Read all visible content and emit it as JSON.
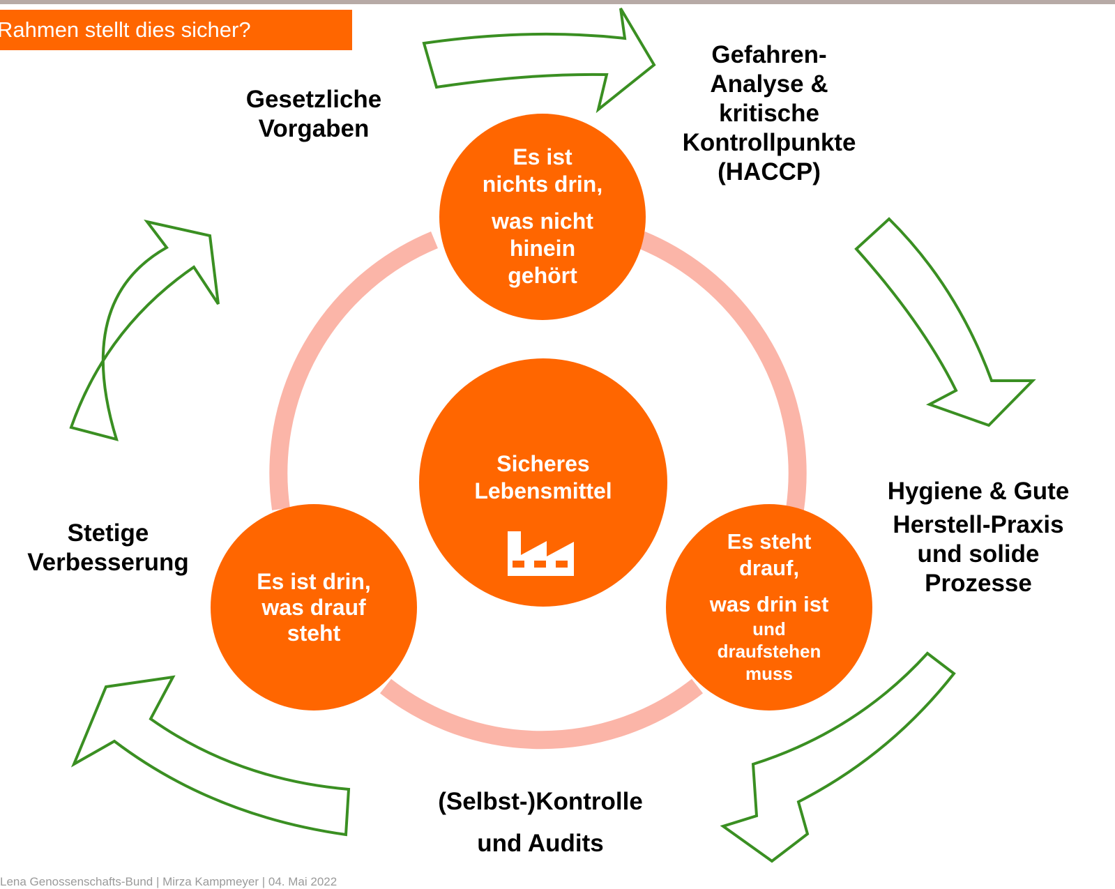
{
  "title": "Rahmen stellt dies sicher?",
  "colors": {
    "accent": "#ff6600",
    "ring": "#fbb5a8",
    "arrow_outline": "#3a8f22",
    "top_bar": "#b7aaa6"
  },
  "center": {
    "line1": "Sicheres",
    "line2": "Lebensmittel",
    "icon": "factory-icon"
  },
  "circles": {
    "top": {
      "lines": [
        "Es ist",
        "nichts drin,",
        "was nicht",
        "hinein",
        "gehört"
      ]
    },
    "left": {
      "lines": [
        "Es ist drin,",
        "was drauf",
        "steht"
      ]
    },
    "right": {
      "lines": [
        "Es steht",
        "drauf,",
        "was drin ist",
        "und",
        "draufstehen",
        "muss"
      ]
    }
  },
  "outer_labels": {
    "gesetzliche": [
      "Gesetzliche",
      "Vorgaben"
    ],
    "haccp": [
      "Gefahren-",
      "Analyse &",
      "kritische",
      "Kontrollpunkte",
      "(HACCP)"
    ],
    "hygiene": [
      "Hygiene & Gute",
      "Herstell-Praxis",
      "und solide",
      "Prozesse"
    ],
    "kontrolle": [
      "(Selbst-)Kontrolle",
      "und Audits"
    ],
    "verbesserung": [
      "Stetige",
      "Verbesserung"
    ]
  },
  "footer": "Lena Genossenschafts-Bund | Mirza Kampmeyer | 04. Mai 2022"
}
